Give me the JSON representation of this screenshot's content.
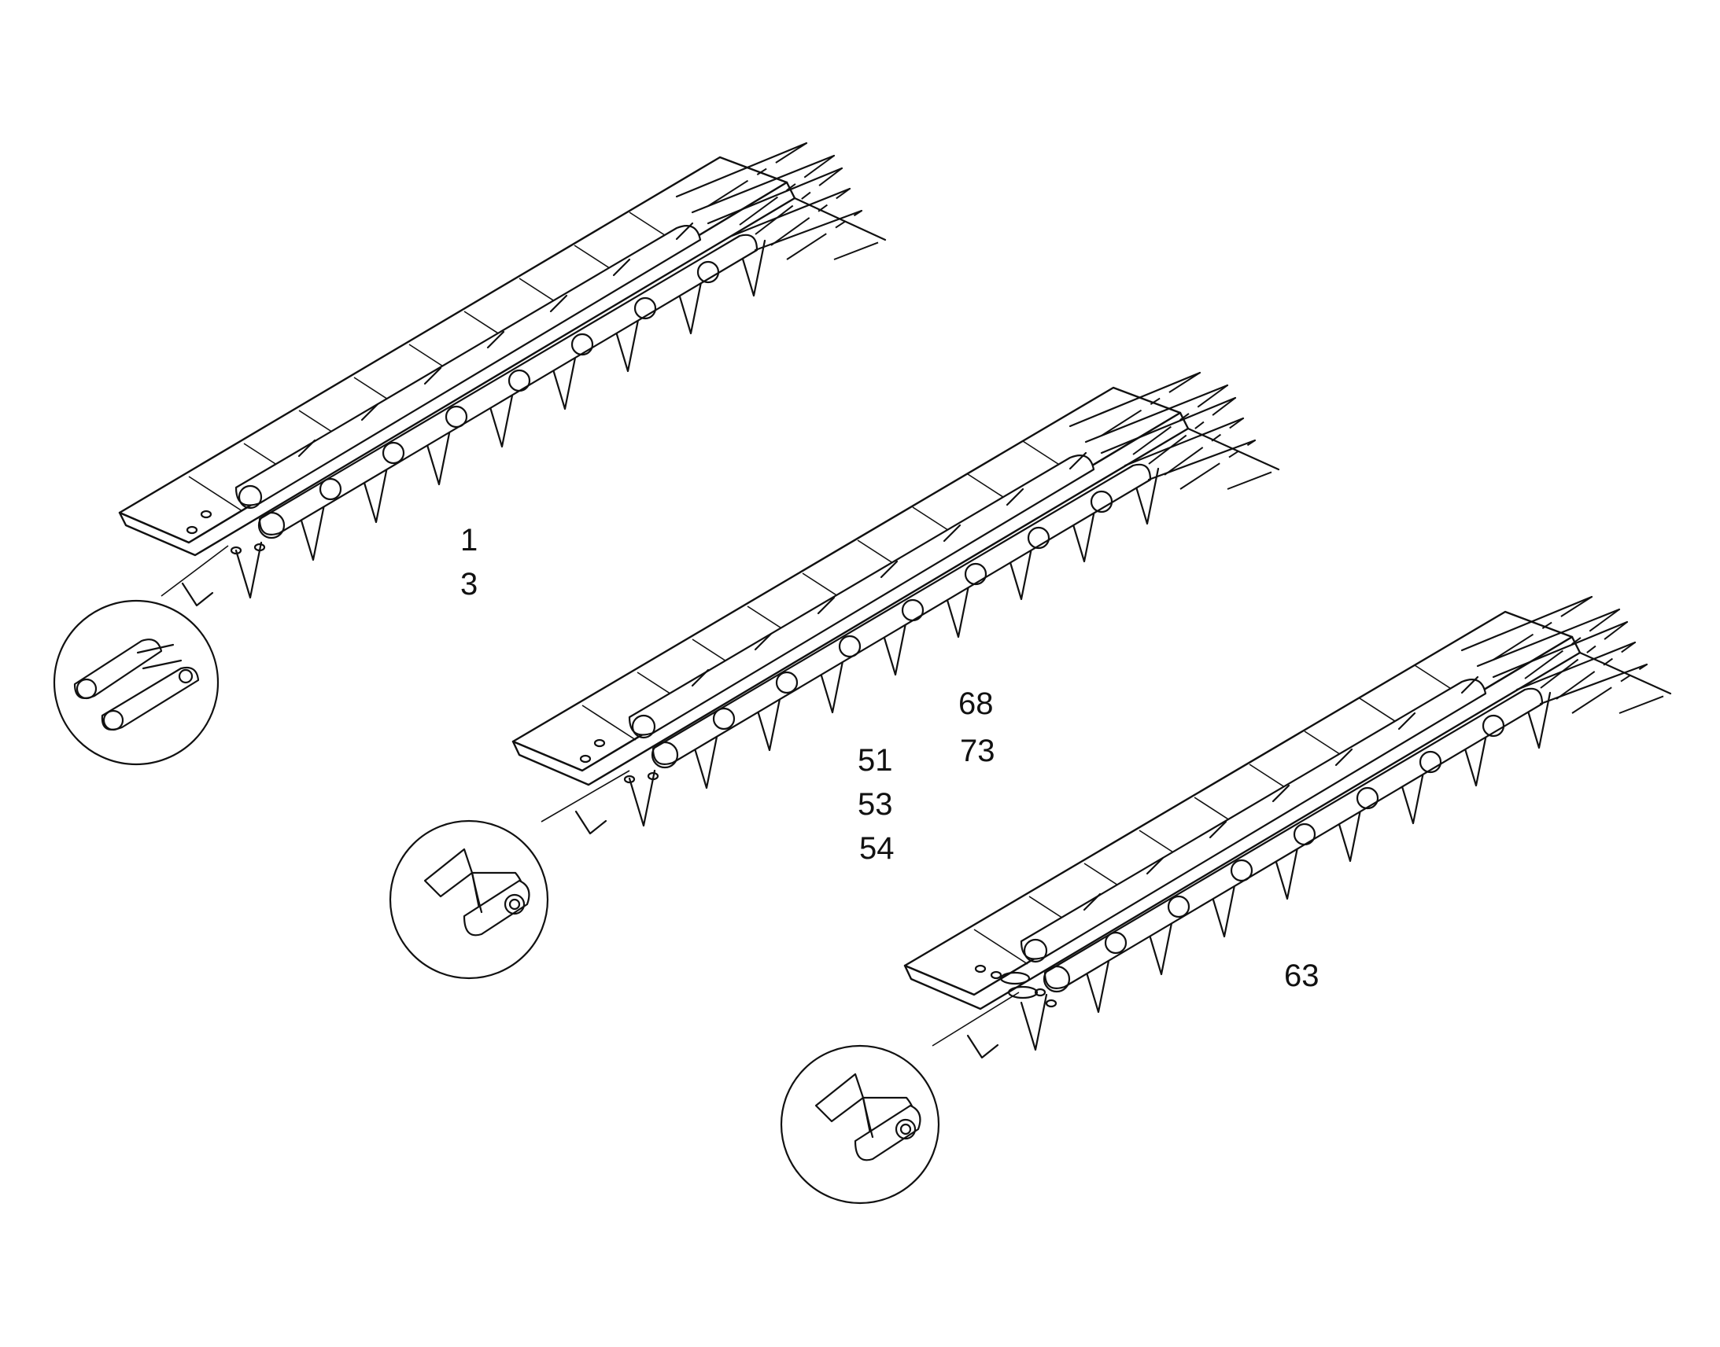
{
  "diagram": {
    "callouts": {
      "a1": "1",
      "a2": "3",
      "b1": "68",
      "b2": "73",
      "b3": "51",
      "b4": "53",
      "b5": "54",
      "c1": "63"
    },
    "assemblies": [
      {
        "name": "chain-assembly-upper",
        "detail": "detail-link-closed"
      },
      {
        "name": "chain-assembly-middle",
        "detail": "detail-link-open"
      },
      {
        "name": "chain-assembly-lower",
        "detail": "detail-link-open"
      }
    ]
  }
}
